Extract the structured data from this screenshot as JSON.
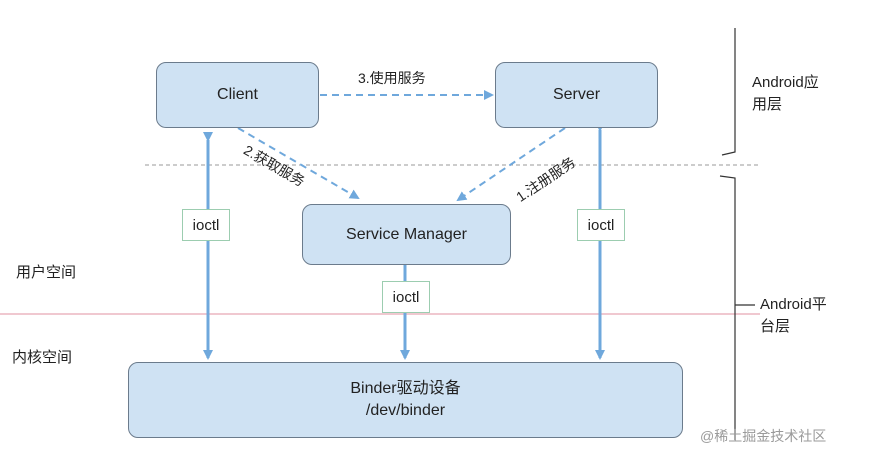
{
  "layers": {
    "app_layer": "Android应\n用层",
    "platform_layer": "Android平\n台层",
    "user_space": "用户空间",
    "kernel_space": "内核空间"
  },
  "nodes": {
    "client": "Client",
    "server": "Server",
    "service_manager": "Service Manager",
    "binder_line1": "Binder驱动设备",
    "binder_line2": "/dev/binder"
  },
  "edges": {
    "use_service": "3.使用服务",
    "get_service": "2.获取服务",
    "register_service": "1.注册服务",
    "ioctl": "ioctl"
  },
  "watermark": "@稀土掘金技术社区",
  "colors": {
    "box_fill": "#cfe2f3",
    "arrow": "#6fa8dc",
    "user_kernel_divider": "#e6a6b4"
  }
}
